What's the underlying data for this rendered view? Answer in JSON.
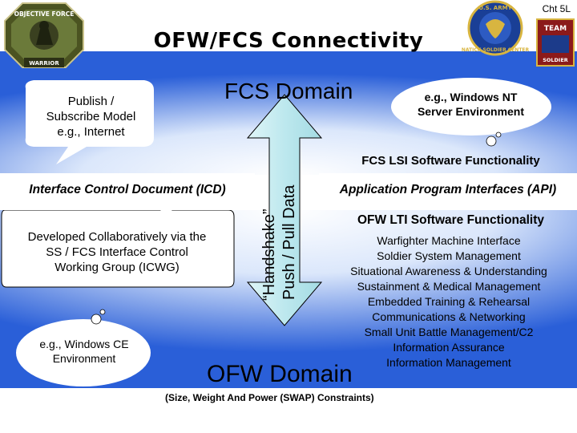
{
  "chart_number": "Cht 5L",
  "title": "OFW/FCS Connectivity",
  "logos": {
    "left_top": "OBJECTIVE FORCE",
    "left_bottom": "WARRIOR",
    "right_top": "U.S. ARMY",
    "right_mid": "TEAM",
    "right_ring": "NATICK SOLDIER CENTER",
    "right_bottom": "SOLDIER"
  },
  "fcs_domain": "FCS Domain",
  "ofw_domain": "OFW Domain",
  "swap_note": "(Size, Weight And Power (SWAP) Constraints)",
  "publish_subscribe": [
    "Publish /",
    "Subscribe Model",
    "e.g., Internet"
  ],
  "windows_nt": [
    "e.g., Windows NT",
    "Server Environment"
  ],
  "icd": "Interface Control Document (ICD)",
  "api": "Application Program Interfaces (API)",
  "collaboration": [
    "Developed Collaboratively via the",
    "SS / FCS Interface Control",
    "Working Group (ICWG)"
  ],
  "windows_ce": [
    "e.g., Windows CE",
    "Environment"
  ],
  "lsi": "FCS LSI Software Functionality",
  "lti": "OFW LTI Software Functionality",
  "lti_items": [
    "Warfighter Machine Interface",
    "Soldier System Management",
    "Situational Awareness & Understanding",
    "Sustainment & Medical Management",
    "Embedded Training & Rehearsal",
    "Communications & Networking",
    "Small Unit Battle Management/C2",
    "Information Assurance",
    "Information Management"
  ],
  "arrow_labels": {
    "handshake": "“Handshake”",
    "push_pull": "Push / Pull Data"
  },
  "colors": {
    "blue_shade": "#2a5fd8",
    "light_blue": "#e8f0ff",
    "arrow_fill": "#bde8ee"
  }
}
